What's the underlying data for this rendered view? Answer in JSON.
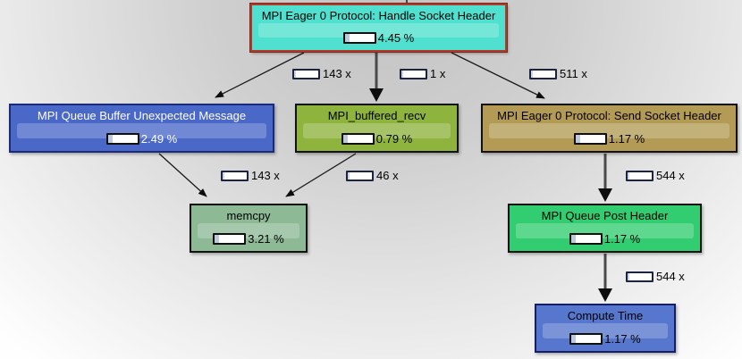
{
  "nodes": {
    "handle_socket": {
      "label": "MPI Eager 0 Protocol: Handle Socket Header",
      "percent": "4.45 %",
      "color": "#4fe0cf",
      "border": "#b23a28",
      "selected": true
    },
    "queue_buffer": {
      "label": "MPI Queue Buffer Unexpected Message",
      "percent": "2.49 %",
      "color": "#4a68c8",
      "border": "#1c2a7c"
    },
    "buffered_recv": {
      "label": "MPI_buffered_recv",
      "percent": "0.79 %",
      "color": "#8eb43d",
      "border": "#121212"
    },
    "send_socket": {
      "label": "MPI Eager 0 Protocol: Send Socket Header",
      "percent": "1.17 %",
      "color": "#b39b55",
      "border": "#121212"
    },
    "memcpy": {
      "label": "memcpy",
      "percent": "3.21 %",
      "color": "#8db995",
      "border": "#121212"
    },
    "queue_post": {
      "label": "MPI Queue Post Header",
      "percent": "1.17 %",
      "color": "#32cd70",
      "border": "#121212"
    },
    "compute_time": {
      "label": "Compute Time",
      "percent": "1.17 %",
      "color": "#5677cd",
      "border": "#151f66"
    }
  },
  "edges": {
    "handle_to_queue_buffer": {
      "count": "143 x"
    },
    "handle_to_buffered_recv": {
      "count": "1 x"
    },
    "handle_to_send_socket": {
      "count": "511 x"
    },
    "queue_buffer_to_memcpy": {
      "count": "143 x"
    },
    "buffered_recv_to_memcpy": {
      "count": "46 x"
    },
    "send_socket_to_queue_post": {
      "count": "544 x"
    },
    "queue_post_to_compute": {
      "count": "544 x"
    }
  },
  "colors": {
    "canvas_center": "#c6c6c6",
    "canvas_edge": "#ffffff",
    "selected_border": "#b23a28",
    "edge_line_thin": "#1a1a1a",
    "edge_line_thick": "#4a4a4a",
    "meter_background": "#ffffff"
  }
}
